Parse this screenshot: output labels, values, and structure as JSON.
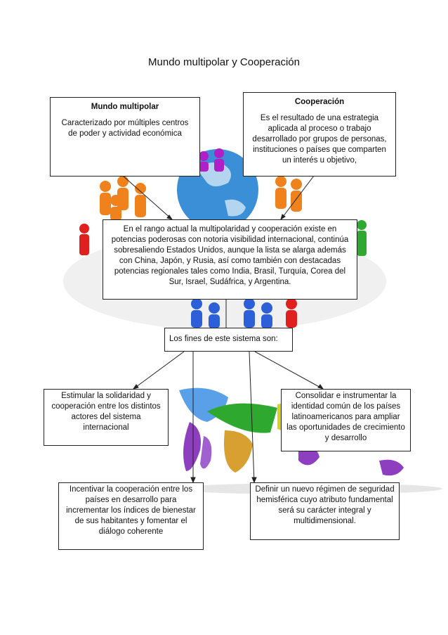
{
  "title": "Mundo multipolar  y Cooperación",
  "boxes": {
    "multipolar": {
      "heading": "Mundo multipolar",
      "text": "Caracterizado por múltiples centros de poder y actividad económica"
    },
    "cooperacion": {
      "heading": "Cooperación",
      "text": "Es el resultado de una estrategia aplicada al proceso o trabajo desarrollado por grupos de personas, instituciones o países que comparten un interés u objetivo,"
    },
    "center": {
      "text": "En el rango actual la multipolaridad y cooperación existe en potencias poderosas con notoria visibilidad internacional, continúa sobresaliendo Estados Unidos, aunque la lista se alarga además con  China, Japón, y Rusia, así como también con destacadas potencias regionales tales como India, Brasil, Turquía, Corea del Sur, Israel, Sudáfrica, y Argentina."
    },
    "fines": {
      "text": "Los fines de este sistema son:"
    },
    "solidaridad": {
      "text": "Estimular la solidaridad y cooperación entre los distintos actores del sistema internacional"
    },
    "identidad": {
      "text": "Consolidar e instrumentar la identidad común de los países latinoamericanos para ampliar las oportunidades de crecimiento y desarrollo"
    },
    "incentivar": {
      "text": "Incentivar la cooperación entre los países en desarrollo para incrementar los índices de bienestar de sus habitantes y fomentar el diálogo coherente"
    },
    "seguridad": {
      "text": "Definir un nuevo régimen de seguridad hemisférica cuyo atributo fundamental será su carácter integral y multidimensional."
    }
  },
  "colors": {
    "globe": "#3a8fd6",
    "people_orange": "#f0821e",
    "people_blue": "#2c5fd8",
    "people_green": "#2ea82e",
    "people_red": "#e0201e",
    "people_purple": "#b020c8"
  }
}
